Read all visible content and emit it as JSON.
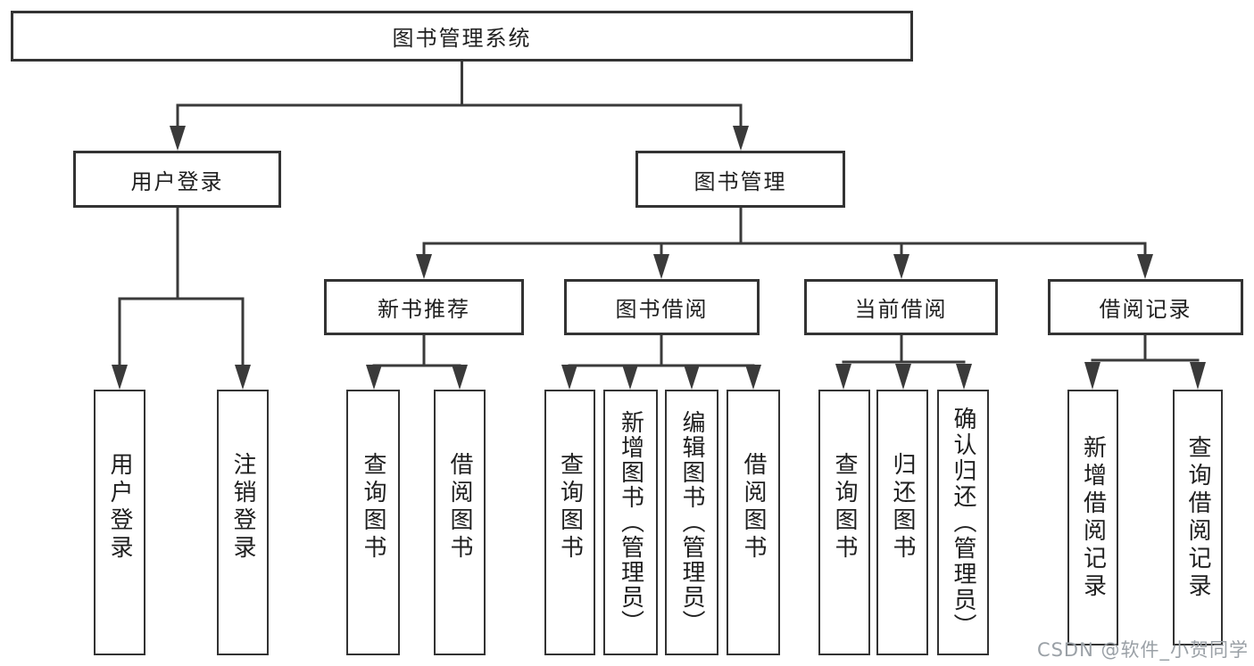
{
  "tree": {
    "root": {
      "label": "图书管理系统"
    },
    "branches": [
      {
        "label": "用户登录",
        "children": [
          "用户登录",
          "注销登录"
        ]
      },
      {
        "label": "图书管理",
        "modules": [
          {
            "label": "新书推荐",
            "children": [
              "查询图书",
              "借阅图书"
            ]
          },
          {
            "label": "图书借阅",
            "children": [
              "查询图书",
              "新增图书（管理员）",
              "编辑图书（管理员）",
              "借阅图书"
            ]
          },
          {
            "label": "当前借阅",
            "children": [
              "查询图书",
              "归还图书",
              "确认归还（管理员）"
            ]
          },
          {
            "label": "借阅记录",
            "children": [
              "新增借阅记录",
              "查询借阅记录"
            ]
          }
        ]
      }
    ]
  },
  "watermark": {
    "text": "CSDN @软件_小贺同学"
  },
  "colors": {
    "line": "#3a3a3a",
    "box-border": "#333333",
    "text": "#1f1f1f",
    "watermark": "#9aa0a6",
    "background": "#ffffff"
  }
}
